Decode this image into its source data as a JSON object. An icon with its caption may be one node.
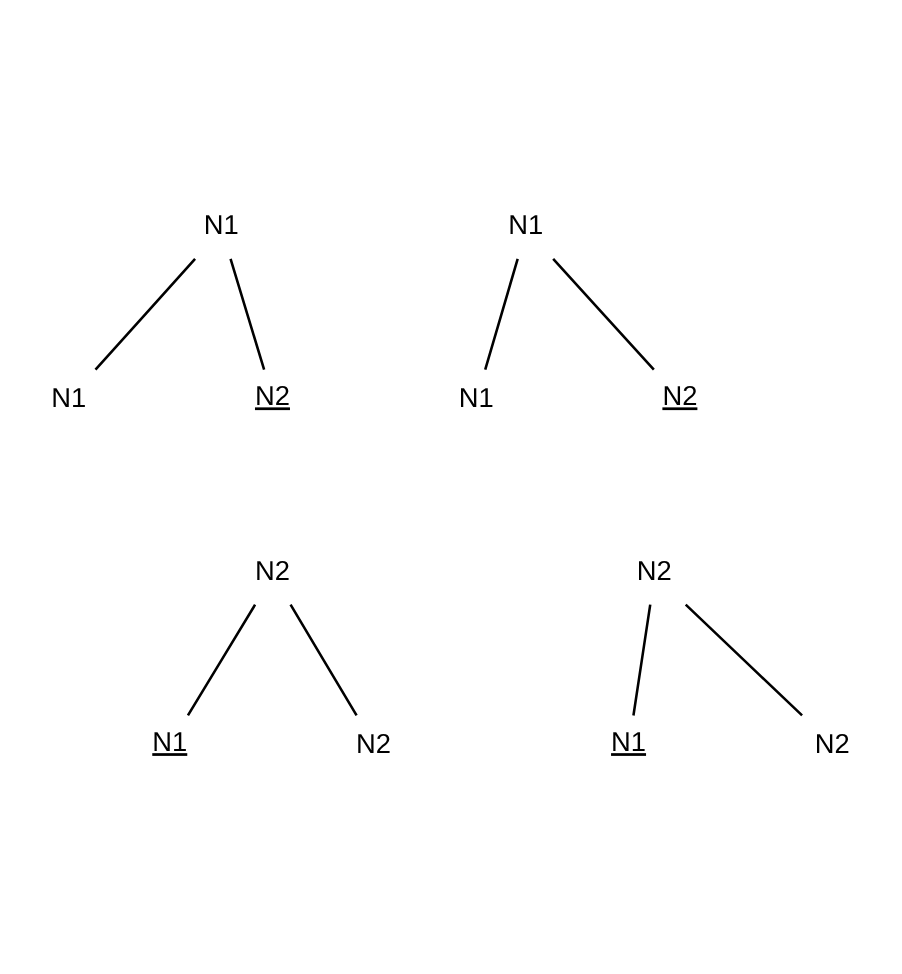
{
  "diagram": {
    "nodes": [
      {
        "text": [
          "N1"
        ]
      },
      {
        "text": [
          "N1"
        ]
      },
      {
        "text": [
          "N2"
        ]
      },
      {
        "text": [
          "N1"
        ]
      },
      {
        "text": [
          "N1"
        ]
      },
      {
        "text": [
          "N2"
        ]
      },
      {
        "text": [
          "N2"
        ]
      },
      {
        "text": [
          "N1"
        ]
      },
      {
        "text": [
          "N2"
        ]
      },
      {
        "text": [
          "N2"
        ]
      },
      {
        "text": [
          "N1"
        ]
      },
      {
        "text": [
          "N2"
        ]
      }
    ],
    "edges": [
      {
        "from": 0,
        "to": 1,
        "arrow": "none"
      },
      {
        "from": 0,
        "to": 2,
        "arrow": "none"
      },
      {
        "from": 3,
        "to": 4,
        "arrow": "none"
      },
      {
        "from": 3,
        "to": 5,
        "arrow": "none"
      },
      {
        "from": 6,
        "to": 7,
        "arrow": "none"
      },
      {
        "from": 6,
        "to": 8,
        "arrow": "none"
      },
      {
        "from": 9,
        "to": 10,
        "arrow": "none"
      },
      {
        "from": 9,
        "to": 11,
        "arrow": "none"
      }
    ]
  }
}
